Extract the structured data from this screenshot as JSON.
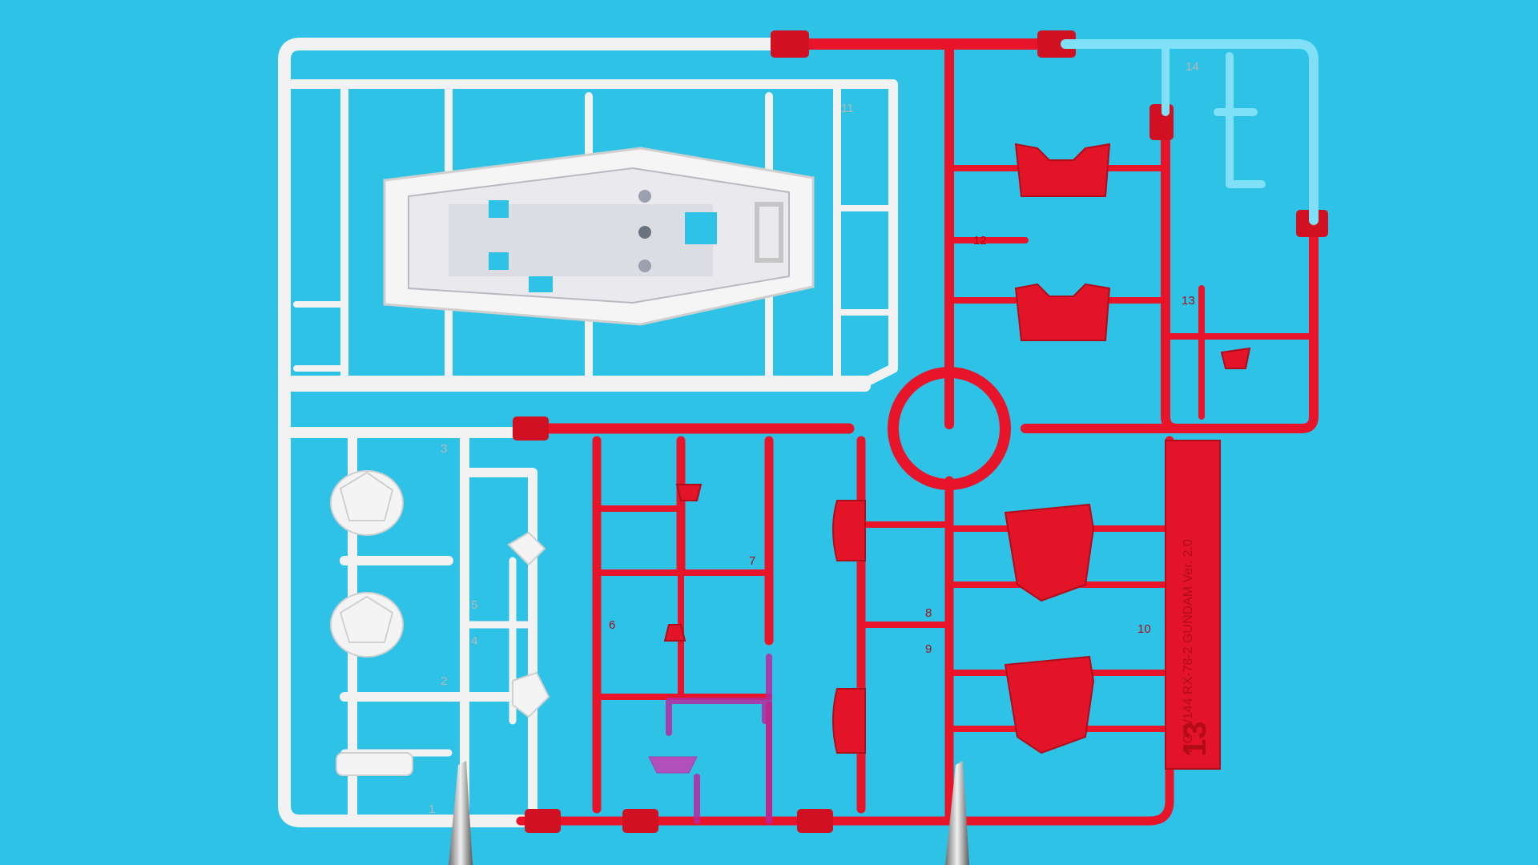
{
  "scene": {
    "background_color": "#2ec3e6",
    "colors": {
      "white_runner": "#f2f2f2",
      "red_runner": "#e8142a",
      "clear_blue": "#7fe0f7",
      "clear_magenta": "#c02aa8"
    }
  },
  "labels": {
    "white_top": "11",
    "white_heads": [
      "3",
      "5",
      "4",
      "2",
      "1"
    ],
    "red_parts": [
      "12",
      "13",
      "6",
      "7",
      "8",
      "9",
      "10"
    ],
    "blue_part": "14",
    "runner_code": "13",
    "engraving": "RG 1/144 RX-78-2 GUNDAM Ver. 2.0"
  }
}
